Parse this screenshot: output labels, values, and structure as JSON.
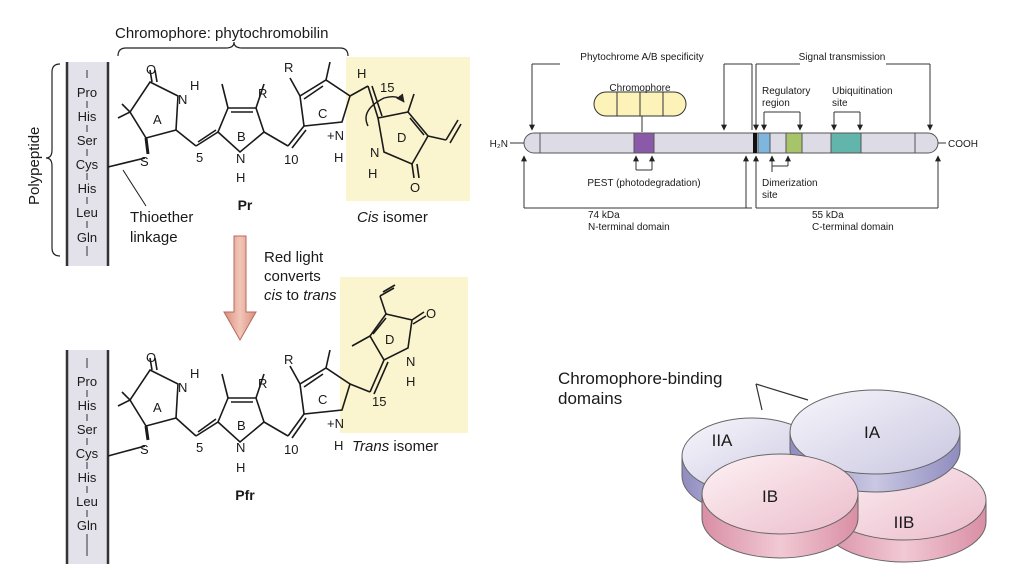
{
  "structure": {
    "chromophore_title": "Chromophore: phytochromobilin",
    "polypeptide_label": "Polypeptide",
    "amino_acids": [
      "Pro",
      "His",
      "Ser",
      "Cys",
      "His",
      "Leu",
      "Gln"
    ],
    "thioether_line1": "Thioether",
    "thioether_line2": "linkage",
    "pr_label": "Pr",
    "pfr_label": "Pfr",
    "cis_word": "Cis",
    "trans_word": "Trans",
    "isomer_word": " isomer",
    "arrow_line1": "Red light",
    "arrow_line2": "converts",
    "arrow_line3_a": "cis",
    "arrow_line3_b": " to ",
    "arrow_line3_c": "trans",
    "rings": {
      "a": "A",
      "b": "B",
      "c": "C",
      "d": "D"
    },
    "atoms": {
      "o": "O",
      "n": "N",
      "h": "H",
      "s": "S",
      "r": "R",
      "n_plus": "+N"
    },
    "positions": {
      "p5": "5",
      "p10": "10",
      "p15": "15"
    }
  },
  "domain_map": {
    "specificity_label": "Phytochrome A/B specificity",
    "signal_label": "Signal transmission",
    "chromophore_tag": "Chromophore",
    "regulatory_line1": "Regulatory",
    "regulatory_line2": "region",
    "ubiquitination_line1": "Ubiquitination",
    "ubiquitination_line2": "site",
    "h2n": "H₂N",
    "cooh": "COOH",
    "pest_label": "PEST (photodegradation)",
    "dimerization_line1": "Dimerization",
    "dimerization_line2": "site",
    "n_kda": "74 kDa",
    "n_domain": "N-terminal domain",
    "c_kda": "55 kDa",
    "c_domain": "C-terminal domain",
    "colors": {
      "bar": "#dcdbe6",
      "chromophore": "#8a5aa8",
      "pale_yellow": "#fdf3b8",
      "regulatory": "#7fb6de",
      "dimer": "#a7c46a",
      "ubiquitin": "#62b5ab"
    }
  },
  "discs": {
    "title_line1": "Chromophore-binding",
    "title_line2": "domains",
    "ia": "IA",
    "iia": "IIA",
    "ib": "IB",
    "iib": "IIB",
    "colors": {
      "lavender_top": "#eceaf3",
      "lavender_side": "#b0aed0",
      "pink_top": "#f9e6ec",
      "pink_side": "#e0a4b6"
    }
  },
  "highlight_color": "#fbf5cf"
}
